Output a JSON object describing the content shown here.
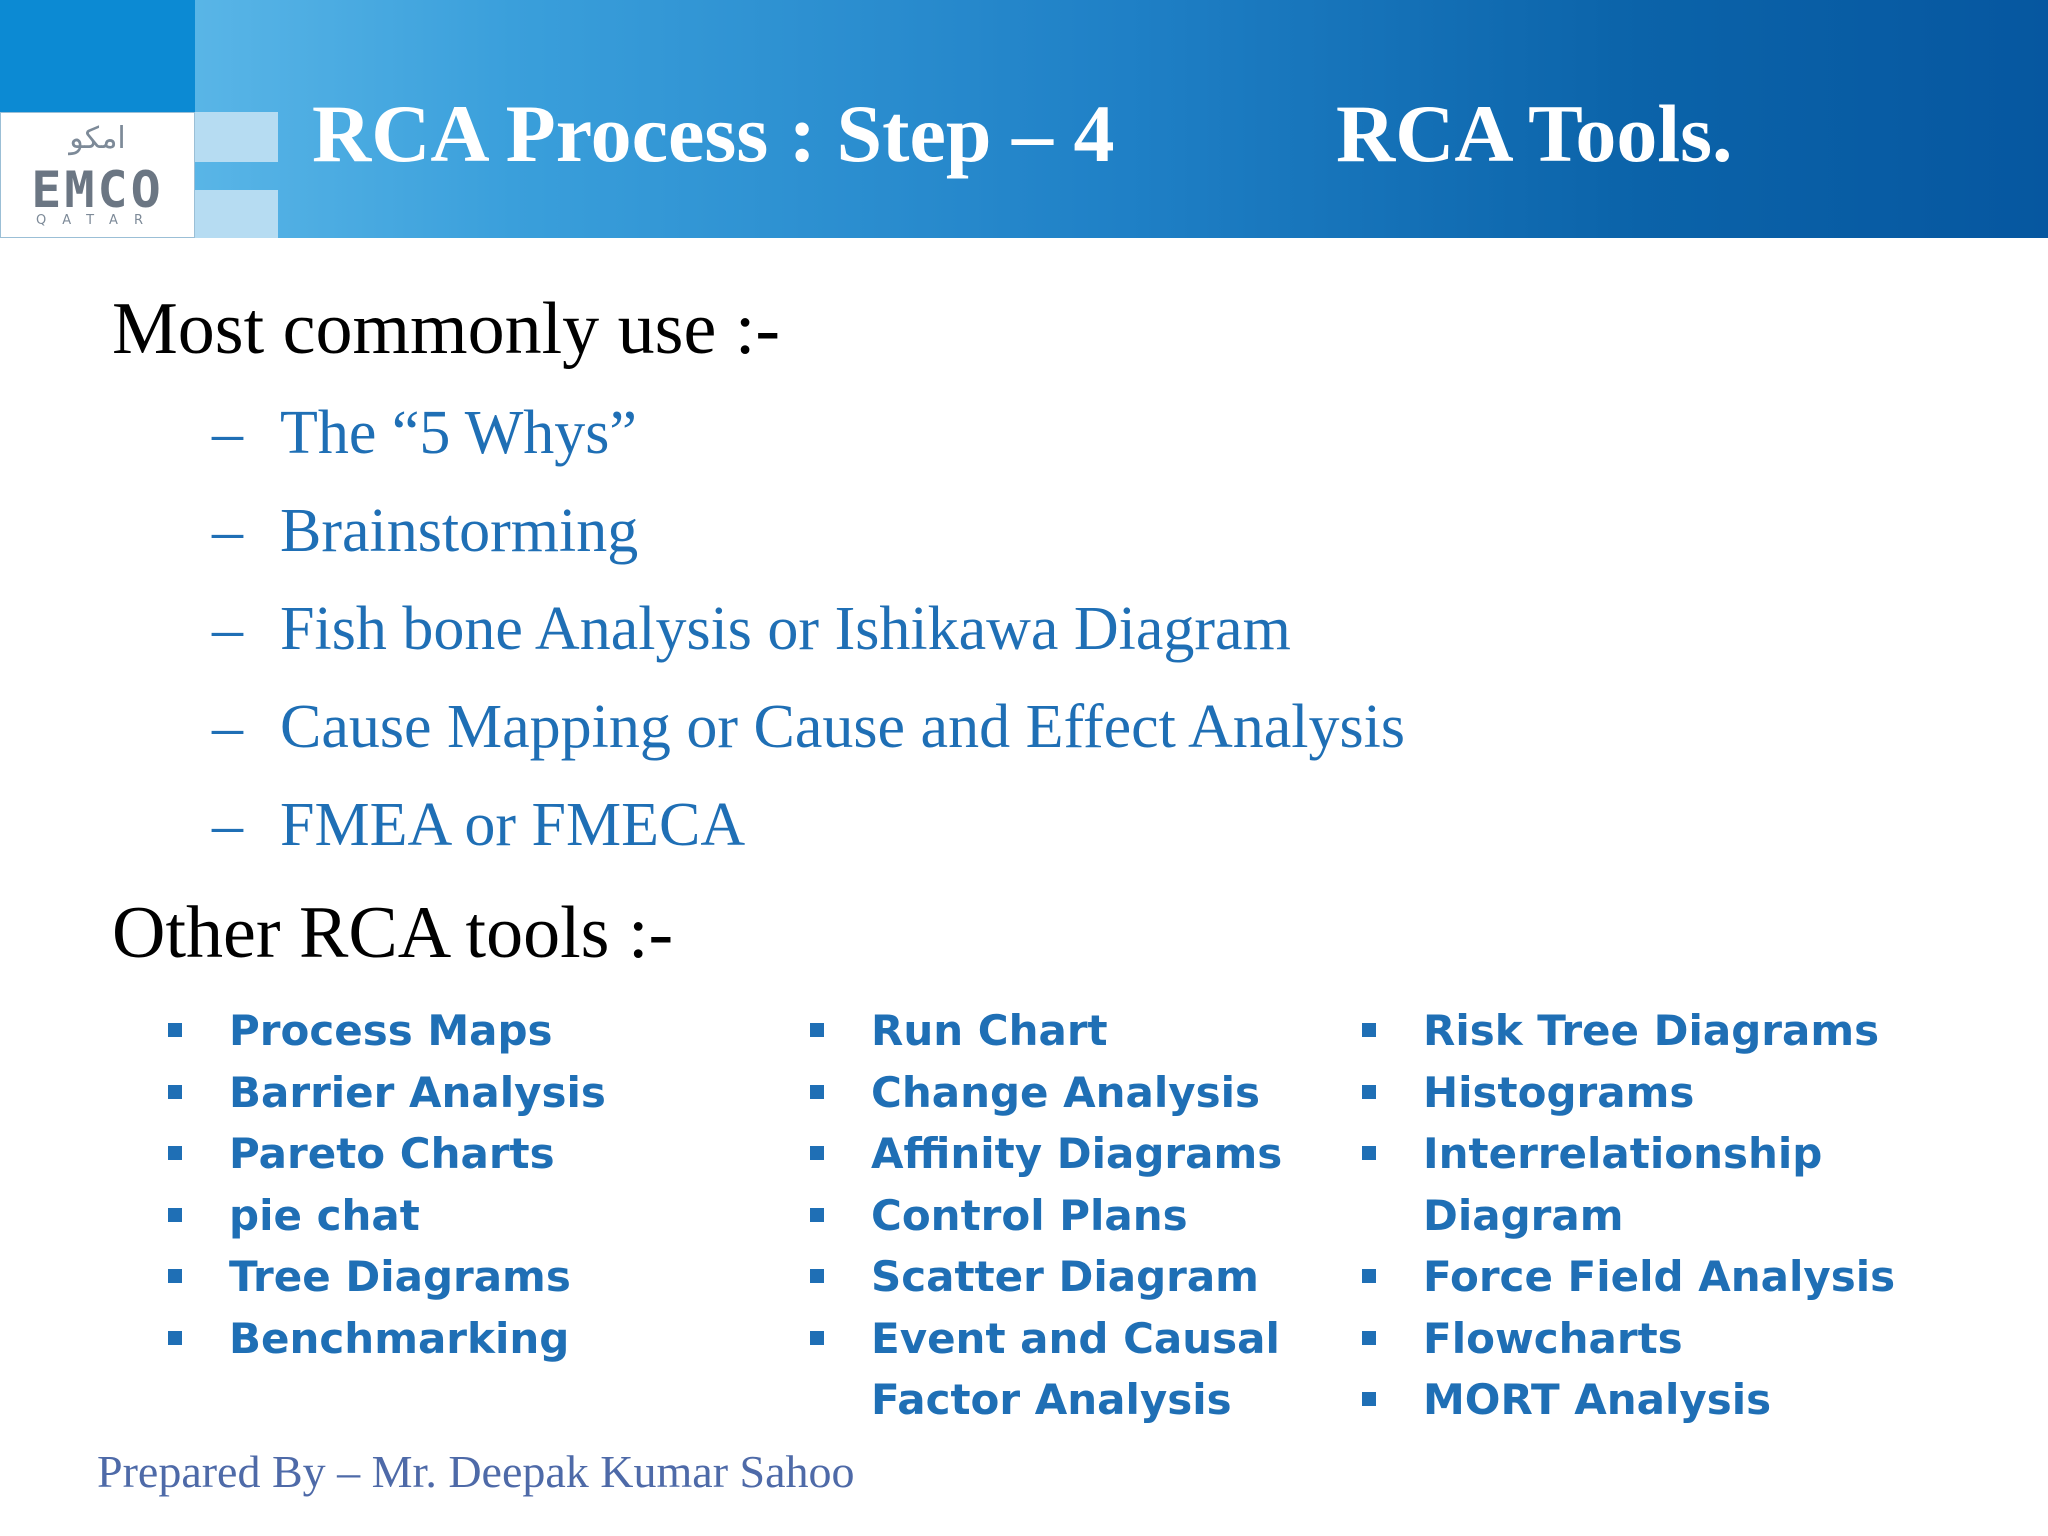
{
  "header": {
    "title_left": "RCA Process : Step – 4",
    "title_right": "RCA Tools.",
    "logo": {
      "arabic": "امكو",
      "main": "EMCO",
      "sub": "QATAR"
    }
  },
  "section1": {
    "heading": "Most commonly use :-",
    "items": [
      "The “5 Whys”",
      "Brainstorming",
      "Fish bone Analysis or Ishikawa Diagram",
      "Cause Mapping or Cause and Effect Analysis",
      "FMEA or FMECA"
    ]
  },
  "section2": {
    "heading": "Other RCA tools :-",
    "col1": [
      "Process Maps",
      "Barrier Analysis",
      "Pareto Charts",
      "pie chat",
      "Tree Diagrams",
      "Benchmarking"
    ],
    "col2": [
      "Run Chart",
      "Change Analysis",
      "Affinity Diagrams",
      "Control Plans",
      "Scatter Diagram",
      "Event and Causal",
      "Factor Analysis"
    ],
    "col3": [
      "Risk Tree Diagrams",
      "Histograms",
      "Interrelationship",
      "Diagram",
      "Force Field Analysis",
      "Flowcharts",
      "MORT Analysis"
    ]
  },
  "footer": "Prepared By – Mr. Deepak Kumar Sahoo",
  "colors": {
    "accent_blue": "#1f6fb5",
    "header_dark": "#0657a0",
    "footer_text": "#4e6aa8"
  }
}
